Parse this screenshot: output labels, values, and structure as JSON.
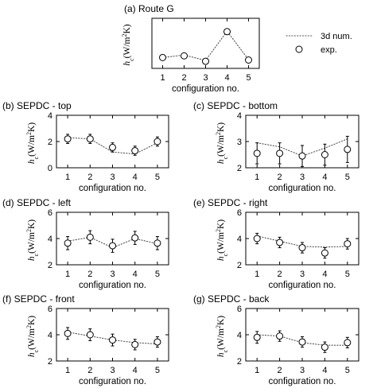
{
  "chart_data": [
    {
      "type": "scatter",
      "title": "(a) Route G",
      "xlabel": "configuration no.",
      "ylabel": "h_c(W/m^2K)",
      "x": [
        1,
        2,
        3,
        4,
        5
      ],
      "xticks": [
        "1",
        "2",
        "3",
        "4",
        "5"
      ],
      "yticks": [],
      "ylim": [
        0,
        6
      ],
      "series": [
        {
          "name": "3d num.",
          "style": "dotted-line",
          "values": [
            1.3,
            1.6,
            0.95,
            4.45,
            1.05
          ]
        },
        {
          "name": "exp.",
          "style": "circle-errorbar",
          "values": [
            1.3,
            1.5,
            0.85,
            4.4,
            1.0
          ],
          "err": [
            0.15,
            0.15,
            0.15,
            0.3,
            0.15
          ]
        }
      ],
      "legend": {
        "position": "right",
        "entries": [
          "3d num.",
          "exp."
        ]
      }
    },
    {
      "type": "scatter",
      "title": "(b) SEPDC - top",
      "xlabel": "configuration no.",
      "ylabel": "h_c(W/m^2K)",
      "x": [
        1,
        2,
        3,
        4,
        5
      ],
      "xticks": [
        "1",
        "2",
        "3",
        "4",
        "5"
      ],
      "yticks": [
        "0",
        "2",
        "4"
      ],
      "ylim": [
        0,
        4
      ],
      "series": [
        {
          "name": "3d num.",
          "style": "dotted-line",
          "values": [
            2.3,
            2.2,
            1.2,
            1.05,
            1.9
          ]
        },
        {
          "name": "exp.",
          "style": "circle-errorbar",
          "values": [
            2.2,
            2.2,
            1.55,
            1.3,
            2.0
          ],
          "err": [
            0.35,
            0.35,
            0.35,
            0.35,
            0.35
          ]
        }
      ]
    },
    {
      "type": "scatter",
      "title": "(c) SEPDC - bottom",
      "xlabel": "configuration no.",
      "ylabel": "h_c(W/m^2K)",
      "x": [
        1,
        2,
        3,
        4,
        5
      ],
      "xticks": [
        "1",
        "2",
        "3",
        "4",
        "5"
      ],
      "yticks": [
        "2",
        "3",
        "4"
      ],
      "ylim": [
        2,
        4
      ],
      "series": [
        {
          "name": "3d num.",
          "style": "dotted-line",
          "values": [
            2.95,
            2.8,
            2.45,
            2.75,
            3.1
          ]
        },
        {
          "name": "exp.",
          "style": "circle-errorbar",
          "values": [
            2.55,
            2.55,
            2.45,
            2.5,
            2.7
          ],
          "err": [
            0.4,
            0.4,
            0.4,
            0.4,
            0.5
          ]
        }
      ]
    },
    {
      "type": "scatter",
      "title": "(d) SEPDC - left",
      "xlabel": "configuration no.",
      "ylabel": "h_c(W/m^2K)",
      "x": [
        1,
        2,
        3,
        4,
        5
      ],
      "xticks": [
        "1",
        "2",
        "3",
        "4",
        "5"
      ],
      "yticks": [
        "2",
        "4",
        "6"
      ],
      "ylim": [
        2,
        6
      ],
      "series": [
        {
          "name": "3d num.",
          "style": "dotted-line",
          "values": [
            3.8,
            4.1,
            3.3,
            4.0,
            3.6
          ]
        },
        {
          "name": "exp.",
          "style": "circle-errorbar",
          "values": [
            3.65,
            4.1,
            3.45,
            4.05,
            3.65
          ],
          "err": [
            0.5,
            0.5,
            0.5,
            0.5,
            0.5
          ]
        }
      ]
    },
    {
      "type": "scatter",
      "title": "(e) SEPDC - right",
      "xlabel": "configuration no.",
      "ylabel": "h_c(W/m^2K)",
      "x": [
        1,
        2,
        3,
        4,
        5
      ],
      "xticks": [
        "1",
        "2",
        "3",
        "4",
        "5"
      ],
      "yticks": [
        "2",
        "4",
        "6"
      ],
      "ylim": [
        2,
        6
      ],
      "series": [
        {
          "name": "3d num.",
          "style": "dotted-line",
          "values": [
            4.2,
            3.8,
            3.4,
            3.35,
            3.4
          ]
        },
        {
          "name": "exp.",
          "style": "circle-errorbar",
          "values": [
            4.0,
            3.7,
            3.3,
            2.9,
            3.6
          ],
          "err": [
            0.4,
            0.4,
            0.4,
            0.4,
            0.4
          ]
        }
      ]
    },
    {
      "type": "scatter",
      "title": "(f) SEPDC - front",
      "xlabel": "configuration no.",
      "ylabel": "h_c(W/m^2K)",
      "x": [
        1,
        2,
        3,
        4,
        5
      ],
      "xticks": [
        "1",
        "2",
        "3",
        "4",
        "5"
      ],
      "yticks": [
        "2",
        "4",
        "6"
      ],
      "ylim": [
        2,
        6
      ],
      "series": [
        {
          "name": "3d num.",
          "style": "dotted-line",
          "values": [
            4.2,
            3.9,
            3.6,
            3.4,
            3.3
          ]
        },
        {
          "name": "exp.",
          "style": "circle-errorbar",
          "values": [
            4.1,
            4.0,
            3.6,
            3.25,
            3.45
          ],
          "err": [
            0.45,
            0.45,
            0.45,
            0.4,
            0.4
          ]
        }
      ]
    },
    {
      "type": "scatter",
      "title": "(g) SEPDC - back",
      "xlabel": "configuration no.",
      "ylabel": "h_c(W/m^2K)",
      "x": [
        1,
        2,
        3,
        4,
        5
      ],
      "xticks": [
        "1",
        "2",
        "3",
        "4",
        "5"
      ],
      "yticks": [
        "2",
        "4",
        "6"
      ],
      "ylim": [
        2,
        6
      ],
      "series": [
        {
          "name": "3d num.",
          "style": "dotted-line",
          "values": [
            4.0,
            3.9,
            3.4,
            3.2,
            3.2
          ]
        },
        {
          "name": "exp.",
          "style": "circle-errorbar",
          "values": [
            3.8,
            3.9,
            3.45,
            3.05,
            3.4
          ],
          "err": [
            0.45,
            0.4,
            0.4,
            0.4,
            0.4
          ]
        }
      ]
    }
  ]
}
